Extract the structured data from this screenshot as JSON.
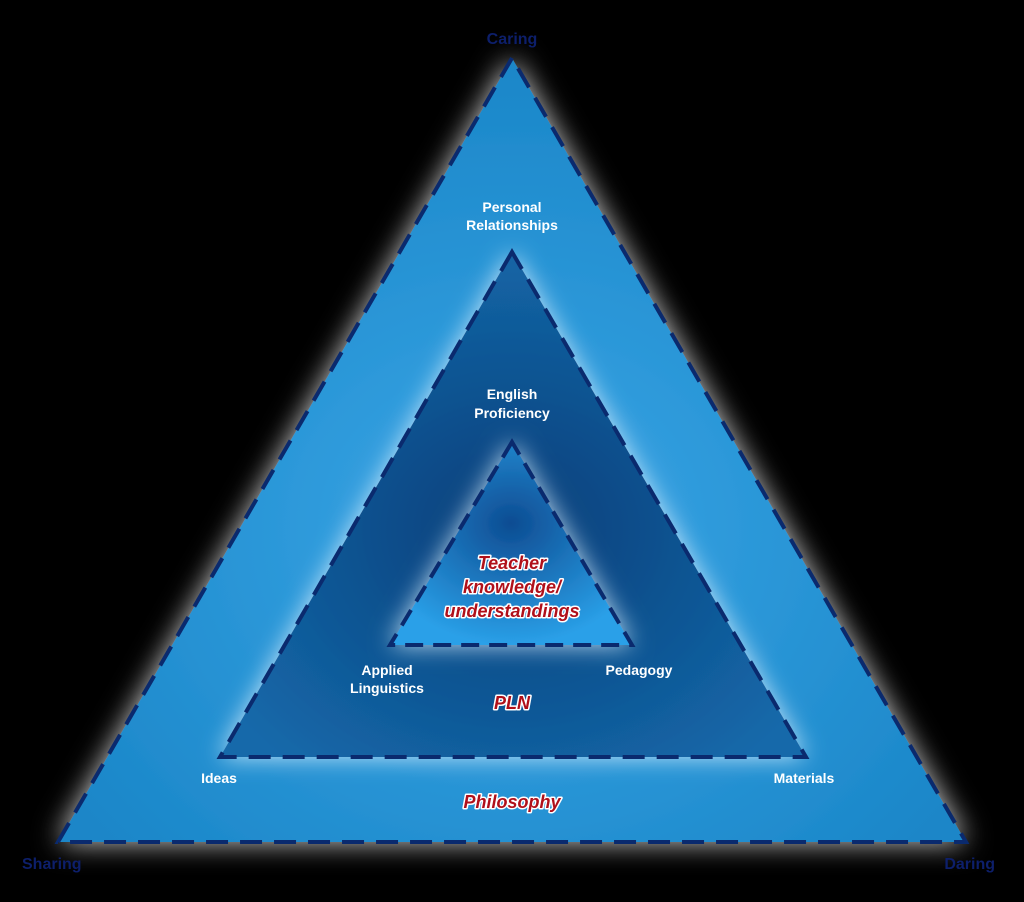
{
  "corners": {
    "top": "Caring",
    "bottom_left": "Sharing",
    "bottom_right": "Daring"
  },
  "outer_layer": {
    "top_label": [
      "Personal",
      "Relationships"
    ],
    "left_label": "Ideas",
    "right_label": "Materials",
    "name": "Philosophy"
  },
  "middle_layer": {
    "top_label": [
      "English",
      "Proficiency"
    ],
    "left_label": [
      "Applied",
      "Linguistics"
    ],
    "right_label": "Pedagogy",
    "name": "PLN"
  },
  "inner_layer": {
    "name": [
      "Teacher",
      "knowledge/",
      "understandings"
    ]
  },
  "colors": {
    "background": "#000000",
    "outer_fill": "#1f8fd0",
    "middle_fill": "#0f5f9f",
    "inner_fill": "#1a88cc",
    "dash_stroke": "#0a2a6e",
    "glow": "#ffffff",
    "accent_text": "#b0101a"
  }
}
